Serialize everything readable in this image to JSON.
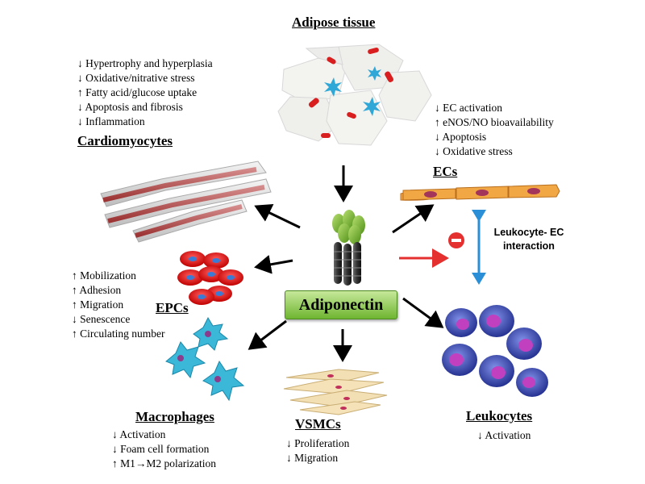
{
  "central": {
    "label": "Adiponectin"
  },
  "adipose": {
    "title": "Adipose tissue"
  },
  "cardiomyocytes": {
    "title": "Cardiomyocytes",
    "effects": [
      "↓ Hypertrophy and hyperplasia",
      "↓ Oxidative/nitrative stress",
      "↑ Fatty acid/glucose uptake",
      "↓ Apoptosis and fibrosis",
      "↓ Inflammation"
    ]
  },
  "ecs": {
    "title": "ECs",
    "effects": [
      "↓ EC activation",
      "↑ eNOS/NO bioavailability",
      "↓ Apoptosis",
      "↓ Oxidative stress"
    ]
  },
  "epcs": {
    "title": "EPCs",
    "effects": [
      "↑ Mobilization",
      "↑ Adhesion",
      "↑ Migration",
      "↓ Senescence",
      "↑ Circulating number"
    ]
  },
  "macrophages": {
    "title": "Macrophages",
    "effects": [
      "↓ Activation",
      "↓ Foam cell formation",
      "↑ M1→M2 polarization"
    ]
  },
  "vsmcs": {
    "title": "VSMCs",
    "effects": [
      "↓ Proliferation",
      "↓ Migration"
    ]
  },
  "leukocytes": {
    "title": "Leukocytes",
    "effects": [
      "↓ Activation"
    ]
  },
  "interaction": {
    "line1": "Leukocyte- EC",
    "line2": "interaction"
  },
  "colors": {
    "center_fill": "#8cc63f",
    "inhibit_red": "#e53030",
    "double_arrow": "#2a8fd6",
    "ec_orange": "#f0a040",
    "rbc_red": "#e02020",
    "macrophage": "#3bb8d8",
    "leukocyte_blue": "#4a5ac8"
  }
}
